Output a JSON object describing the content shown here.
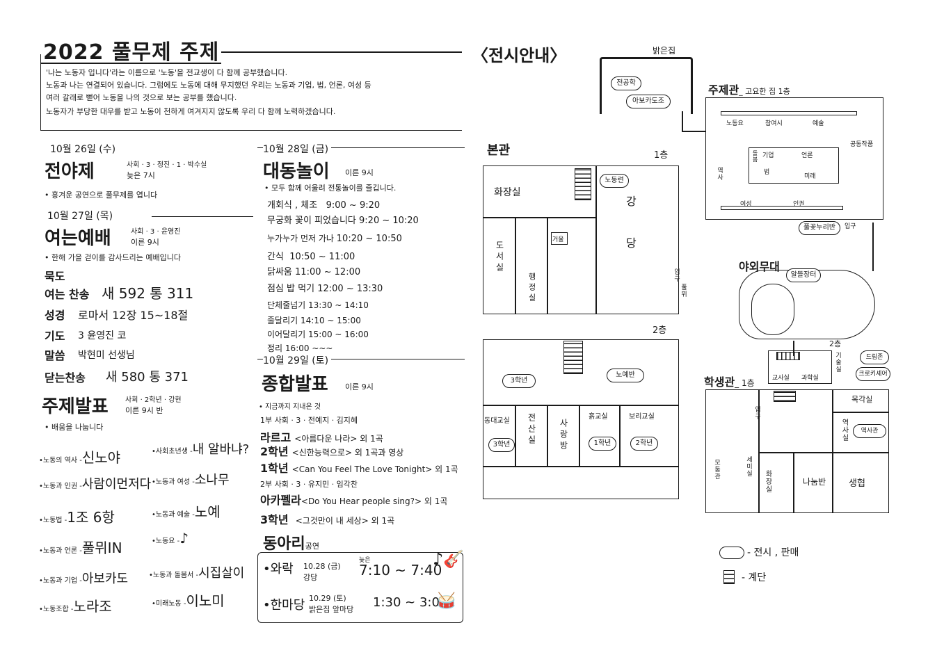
{
  "theme": {
    "title": "2022 풀무제 주제",
    "lines": [
      "'나는 노동자 입니다'라는 이름으로 '노동'을 전교생이 다 함께 공부했습니다.",
      "노동과 나는 연결되어 있습니다. 그럼에도 노동에 대해 무지했던 우리는 노동과 기업, 법, 언론, 여성 등",
      "여러 갈래로 뻗어 노동을 나의 것으로 보는 공부를 했습니다.",
      "노동자가 부당한 대우를 받고 노동이 천하게 여겨지지 않도록 우리 다 함께 노력하겠습니다."
    ]
  },
  "day1": {
    "date": "10월 26일 (수)",
    "title": "전야제",
    "host": "사회 · 3 · 정진 · 1 · 박수실",
    "time": "늦은 7시",
    "desc": "• 흥겨운 공연으로 풀무제를 엽니다"
  },
  "day2": {
    "date": "10월 27일 (목)",
    "title": "여는예배",
    "host": "사회 · 3 · 윤영진",
    "time": "이른 9시",
    "desc": "• 한해 가을 걷이를 감사드리는 예배입니다",
    "order": [
      {
        "label": "묵도",
        "value": ""
      },
      {
        "label": "여는 찬송",
        "value": "새 592  통 311"
      },
      {
        "label": "성경",
        "value": "로마서 12장 15~18절"
      },
      {
        "label": "기도",
        "value": "3 윤영진 코"
      },
      {
        "label": "말씀",
        "value": "박현미 선생님"
      },
      {
        "label": "닫는찬송",
        "value": "새 580  통 371"
      }
    ]
  },
  "presentation": {
    "title": "주제발표",
    "host": "사회 · 2학년 · 강현",
    "time": "이른 9시 반",
    "desc": "• 배움을 나눕니다",
    "items": [
      {
        "topic": "•노동의 역사 -",
        "team": "신노야"
      },
      {
        "topic": "•사회초년생 -",
        "team": "내 알바냐?"
      },
      {
        "topic": "•노동과 인권 -",
        "team": "사람이먼저다"
      },
      {
        "topic": "•노동과 여성 -",
        "team": "소나무"
      },
      {
        "topic": "•노동법 -",
        "team": "1조 6항"
      },
      {
        "topic": "•노동과 예술 -",
        "team": "노예"
      },
      {
        "topic": "•노동과 언론 -",
        "team": "풀뮈IN"
      },
      {
        "topic": "•노동요 -",
        "team": "♪"
      },
      {
        "topic": "•노동과 기업 -",
        "team": "아보카도"
      },
      {
        "topic": "•노동과 돌봄서 -",
        "team": "시집살이"
      },
      {
        "topic": "•노동조합 -",
        "team": "노라조"
      },
      {
        "topic": "•미래노동 -",
        "team": "이노미"
      }
    ]
  },
  "day3": {
    "date": "10월 28일 (금)",
    "title": "대동놀이",
    "time": "이른 9시",
    "desc": "• 모두 함께 어울려 전통놀이를 즐깁니다.",
    "schedule": [
      {
        "name": "개회식 , 체조",
        "time": "9:00 ~ 9:20"
      },
      {
        "name": "무궁화 꽃이 피었습니다",
        "time": "9:20 ~ 10:20"
      },
      {
        "name": "누가누가 먼저 가나",
        "time": "10:20 ~ 10:50"
      },
      {
        "name": "간식",
        "time": "10:50 ~ 11:00"
      },
      {
        "name": "닭싸움",
        "time": "11:00 ~ 12:00"
      },
      {
        "name": "점심 밥 먹기",
        "time": "12:00 ~ 13:30"
      },
      {
        "name": "단체줄넘기",
        "time": "13:30 ~ 14:10"
      },
      {
        "name": "줄달리기",
        "time": "14:10 ~ 15:00"
      },
      {
        "name": "이어달리기",
        "time": "15:00 ~ 16:00"
      },
      {
        "name": "정리",
        "time": "16:00 ~~~"
      }
    ]
  },
  "day4": {
    "date": "10월 29일 (토)",
    "title": "종합발표",
    "time": "이른 9시",
    "desc": "• 지금까지 지내온 것",
    "part1": "1부 사회 · 3 · 전예지 · 김지혜",
    "part2": "2부 사회 · 3 · 유지민 · 임각찬",
    "performances": [
      {
        "group": "라르고",
        "piece": "<아름다운 나라> 외 1곡"
      },
      {
        "group": "2학년",
        "piece": "<신한능력으로> 외 1곡과 영상"
      },
      {
        "group": "1학년",
        "piece": "<Can You Feel The Love Tonight> 외 1곡"
      },
      {
        "group": "아카펠라",
        "piece": "<Do You Hear people sing?> 외 1곡"
      },
      {
        "group": "3학년",
        "piece": "<그것만이 내 세상> 외 1곡"
      }
    ]
  },
  "clubs": {
    "title": "동아리",
    "suffix": "공연",
    "items": [
      {
        "name": "•와락",
        "date": "10.28 (금)",
        "place": "강당",
        "time_prefix": "늦은",
        "time": "7:10 ~ 7:40"
      },
      {
        "name": "•한마당",
        "date": "10.29 (토)",
        "place": "밝은집 앞마당",
        "time_prefix": "",
        "time": "1:30 ~ 3:00"
      }
    ]
  },
  "exhibition": {
    "title": "〈전시안내〉",
    "bright_house": {
      "label": "밝은집",
      "cloud1": "전공학",
      "cloud2": "아보카도조"
    },
    "main_hall": {
      "label": "본관",
      "floor1": "1층",
      "floor2": "2층",
      "f1": {
        "restroom": "화장실",
        "library": "도서실",
        "office": "행정실",
        "mirror": "거울",
        "auditorium1": "강",
        "auditorium2": "당",
        "entrance": "입구",
        "cloud": "노동련",
        "cloud2": "풀뮈"
      },
      "f2": {
        "cloud_3": "3학년",
        "cloud_right": "노예반",
        "room1": "동대교실",
        "room2": "전산실",
        "room3": "사랑방",
        "room4": "흙교실",
        "room5": "보리교실",
        "cloud_a": "3학년",
        "cloud_b": "1학년",
        "cloud_c": "2학년"
      }
    },
    "theme_hall": {
      "label": "주제관",
      "sub": "_ 고요한 집 1층",
      "tags": [
        "노동요",
        "참여시",
        "예술",
        "공동작품",
        "기업",
        "언론",
        "역사",
        "법",
        "미래",
        "여성",
        "인권",
        "돌봄"
      ],
      "cloud": "풀꽃누리반",
      "entrance": "입구"
    },
    "outdoor": {
      "label": "야외무대",
      "cloud": "알뜰장터"
    },
    "student_hall": {
      "label": "학생관",
      "floor1": "_ 1층",
      "floor2": "2층",
      "rooms": [
        "교사실",
        "과학실",
        "기술실",
        "목각실",
        "역사실",
        "나눔반",
        "생협",
        "화장실",
        "세미실",
        "입구",
        "모둠관"
      ],
      "cloud1": "드림존",
      "cloud2": "크로키셰어",
      "cloud3": "역사관"
    },
    "legend": [
      {
        "symbol": "cloud-icon",
        "label": "- 전시 , 판매"
      },
      {
        "symbol": "stairs-icon",
        "label": "- 계단"
      }
    ]
  }
}
